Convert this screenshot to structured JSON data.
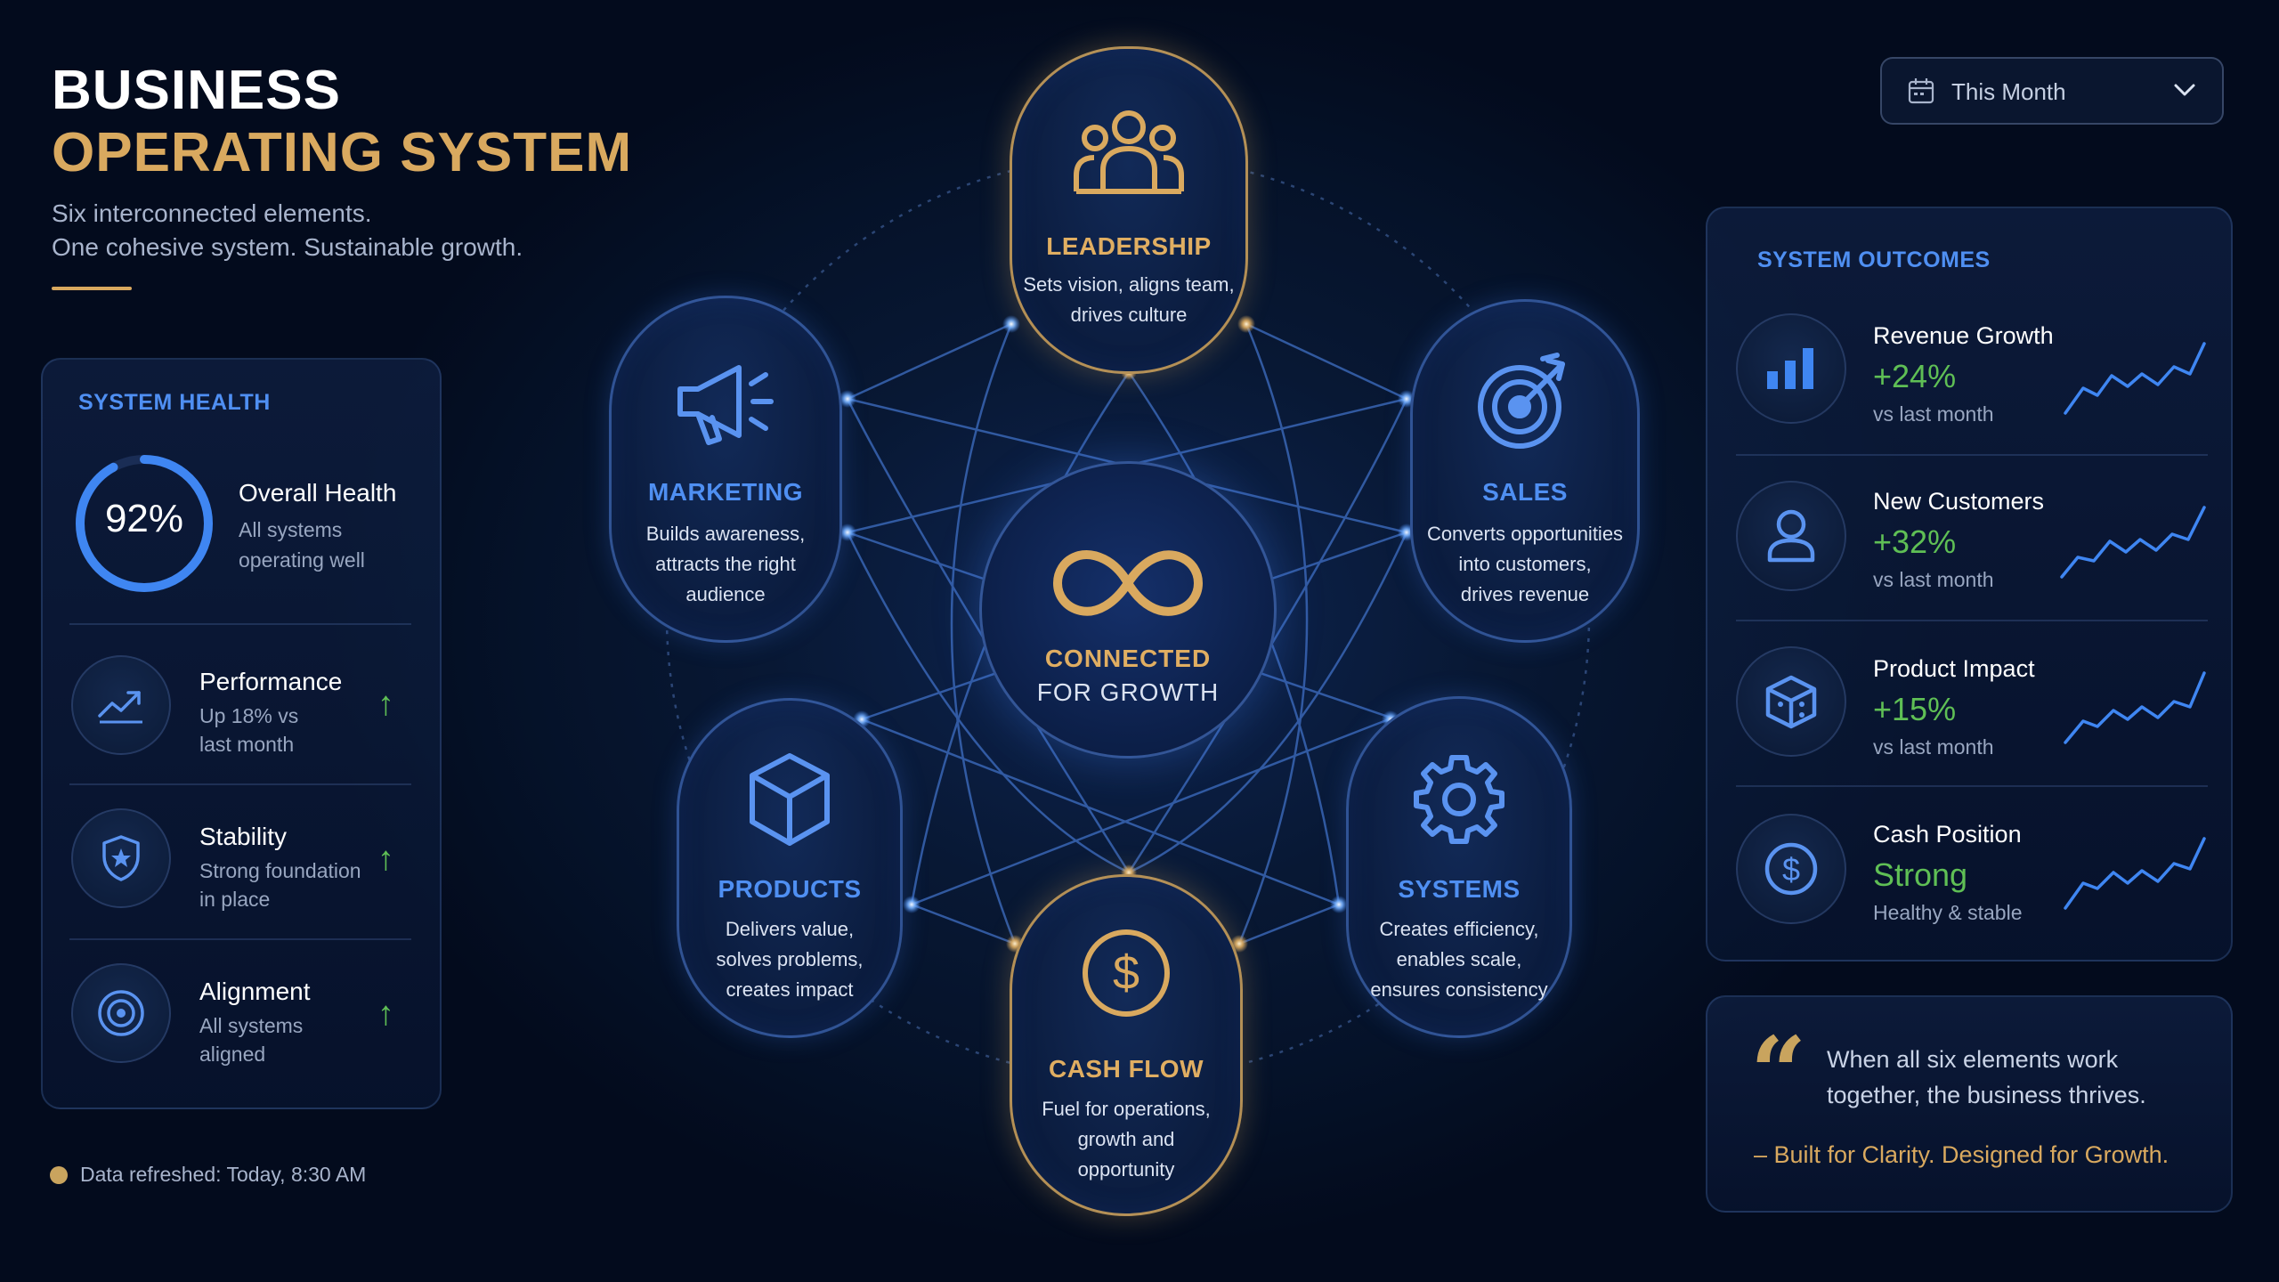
{
  "header": {
    "title_line1": "BUSINESS",
    "title_line2": "OPERATING SYSTEM",
    "subtitle_line1": "Six interconnected elements.",
    "subtitle_line2": "One cohesive system. Sustainable growth."
  },
  "date_filter": {
    "selected": "This Month",
    "icon": "calendar-icon"
  },
  "system_health": {
    "title": "SYSTEM HEALTH",
    "overall": {
      "percent": 92,
      "label": "92%",
      "title": "Overall Health",
      "sub1": "All systems",
      "sub2": "operating well"
    },
    "metrics": [
      {
        "title": "Performance",
        "sub1": "Up 18% vs",
        "sub2": "last month",
        "icon": "trend-up-icon",
        "trend": "up-arrow"
      },
      {
        "title": "Stability",
        "sub1": "Strong foundation",
        "sub2": "in place",
        "icon": "shield-icon",
        "trend": "up-arrow"
      },
      {
        "title": "Alignment",
        "sub1": "All systems",
        "sub2": "aligned",
        "icon": "target-icon",
        "trend": "up-arrow"
      }
    ],
    "refreshed": "Data refreshed: Today, 8:30 AM"
  },
  "diagram": {
    "center": {
      "line1": "CONNECTED",
      "line2": "FOR GROWTH",
      "icon": "infinity-icon"
    },
    "nodes": {
      "leadership": {
        "title": "LEADERSHIP",
        "line1": "Sets vision, aligns team,",
        "line2": "drives culture",
        "icon": "team-icon"
      },
      "marketing": {
        "title": "MARKETING",
        "line1": "Builds awareness,",
        "line2": "attracts the right",
        "line3": "audience",
        "icon": "megaphone-icon"
      },
      "sales": {
        "title": "SALES",
        "line1": "Converts opportunities",
        "line2": "into customers,",
        "line3": "drives revenue",
        "icon": "target-arrow-icon"
      },
      "products": {
        "title": "PRODUCTS",
        "line1": "Delivers value,",
        "line2": "solves problems,",
        "line3": "creates impact",
        "icon": "cube-icon"
      },
      "systems": {
        "title": "SYSTEMS",
        "line1": "Creates efficiency,",
        "line2": "enables scale,",
        "line3": "ensures consistency",
        "icon": "gear-icon"
      },
      "cashflow": {
        "title": "CASH FLOW",
        "line1": "Fuel for operations,",
        "line2": "growth and",
        "line3": "opportunity",
        "icon": "dollar-icon"
      }
    }
  },
  "outcomes": {
    "title": "SYSTEM OUTCOMES",
    "items": [
      {
        "title": "Revenue Growth",
        "value": "+24%",
        "sub": "vs last month",
        "icon": "bar-chart-icon"
      },
      {
        "title": "New Customers",
        "value": "+32%",
        "sub": "vs last month",
        "icon": "user-icon"
      },
      {
        "title": "Product Impact",
        "value": "+15%",
        "sub": "vs last month",
        "icon": "box-icon"
      },
      {
        "title": "Cash Position",
        "value": "Strong",
        "sub": "Healthy & stable",
        "icon": "dollar-circle-icon"
      }
    ]
  },
  "quote": {
    "text": "When all six elements work together, the business thrives.",
    "signature": "– Built for Clarity. Designed for Growth."
  },
  "colors": {
    "gold": "#d9a95f",
    "accent_blue": "#4f8ff2",
    "positive_green": "#5fbf55",
    "background": "#030b1d"
  }
}
